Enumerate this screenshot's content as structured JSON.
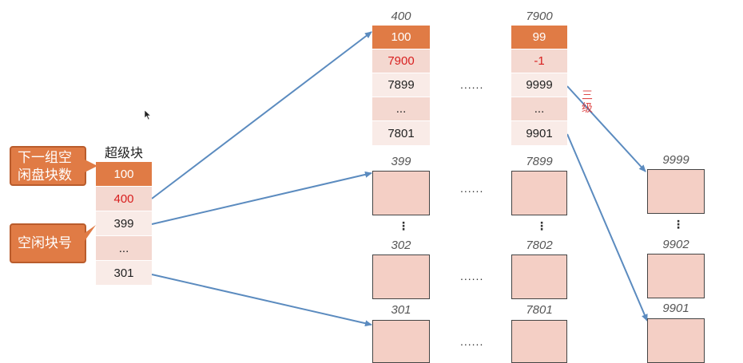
{
  "superblock": {
    "title": "超级块",
    "cells": [
      "100",
      "400",
      "399",
      "...",
      "301"
    ]
  },
  "callouts": {
    "next_group_free_blocks": "下一组空闲盘块数",
    "free_block_number": "空闲块号"
  },
  "group_400": {
    "label": "400",
    "cells": [
      "100",
      "7900",
      "7899",
      "...",
      "7801"
    ]
  },
  "group_7900": {
    "label": "7900",
    "cells": [
      "99",
      "-1",
      "9999",
      "...",
      "9901"
    ]
  },
  "block_labels": {
    "col1": [
      "399",
      "302",
      "301"
    ],
    "col2": [
      "7899",
      "7802",
      "7801"
    ],
    "col3": [
      "9999",
      "9902",
      "9901"
    ]
  },
  "ellipsis": "......",
  "vertical_ellipsis": "⋮",
  "annotation": "三级",
  "colors": {
    "orange": "#e07b45",
    "pink_dark": "#f4d8d0",
    "pink_light": "#f9ebe7",
    "box_fill": "#f4cfc5",
    "arrow": "#5b8bbf",
    "red_text": "#d81e1e"
  }
}
